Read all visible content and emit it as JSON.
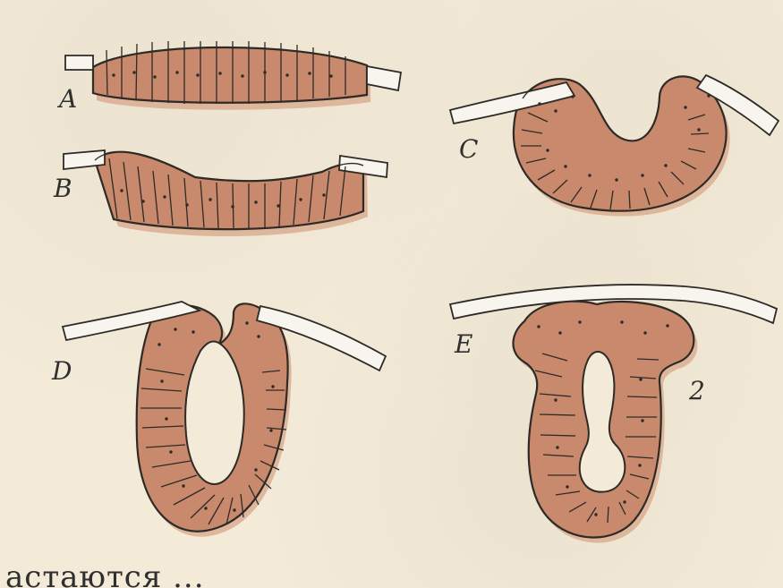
{
  "figure": {
    "panel_labels": {
      "a": "A",
      "b": "B",
      "c": "C",
      "d": "D",
      "e": "E"
    },
    "annotation_2": "2",
    "bottom_text": "астаются ..."
  },
  "colors": {
    "background": "#f3ead8",
    "tissue": "#c8896d",
    "outline": "#2e2a26",
    "ectoderm": "#f8f5ee"
  }
}
